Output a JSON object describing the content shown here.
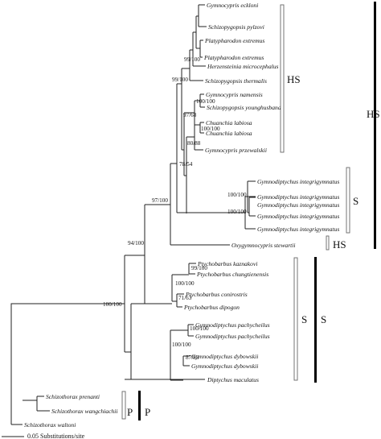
{
  "taxa": [
    "Gymnocypris eckloni",
    "Schizopygopsis pylzovi",
    "Platypharodon extremus",
    "Platypharodon extremus",
    "Herzensteinia microcephalus",
    "Schizopygopsis thermalis",
    "Gymnocypris namensis",
    "Schizopygopsis younghusbandi",
    "Chuanchia labiosa",
    "Chuanchia labiosa",
    "Gymnocypris przewalskii",
    "Gymnodiptychus integrigymnatus",
    "Gymnodiptychus integrigymnatus",
    "Gymnodiptychus integrigymnatus",
    "Gymnodiptychus integrigymnatus",
    "Gymnodiptychus integrigymnatus",
    "Oxygymnocypris stewartii",
    "Ptychobarbus kaznakovi",
    "Ptychobarbus chungtienensis",
    "Ptychobarbus conirostris",
    "Ptychobarbus dipogon",
    "Gymnodiptychus pachycheilus",
    "Gymnodiptychus pachycheilus",
    "Gymnodiptychus dybowskii",
    "Gymnodiptychus dybowskii",
    "Diptychus maculatus",
    "Schizothorax prenanti",
    "Schizothorax wangchiachii",
    "Schizothorax waltoni"
  ],
  "support": [
    "99/100",
    "99/100",
    "100/100",
    "97/68",
    "100/100",
    "80/88",
    "78/54",
    "100/100",
    "100/100",
    "97/100",
    "94/100",
    "99/100",
    "100/100",
    "71/63",
    "100/100",
    "100/100",
    "87/83",
    "100/100"
  ],
  "groups": {
    "hs_inner": "HS",
    "s_inner": "S",
    "hs_small": "HS",
    "s_mid": "S",
    "s_right": "S",
    "hs_right": "HS",
    "p_left": "P",
    "p_right": "P"
  },
  "scale_label": "0.05 Substitutions/site"
}
